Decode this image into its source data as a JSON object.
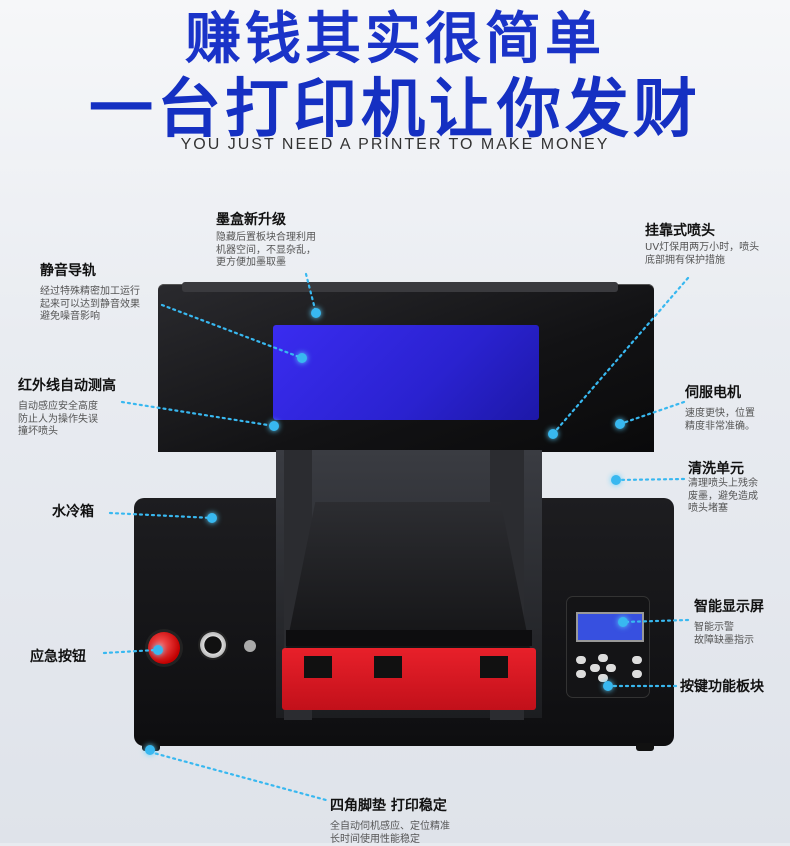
{
  "headline": {
    "line1": "赚钱其实很简单",
    "line2": "一台打印机让你发财",
    "subtitle": "YOU JUST NEED A PRINTER TO MAKE MONEY"
  },
  "features": {
    "ink_box": {
      "title": "墨盒新升级",
      "desc": [
        "隐藏后置板块合理利用",
        "机器空间，不显杂乱，",
        "更方便加墨取墨"
      ]
    },
    "print_head": {
      "title": "挂靠式喷头",
      "desc": [
        "UV灯保用两万小时，喷头",
        "底部拥有保护措施"
      ]
    },
    "silent_rail": {
      "title": "静音导轨",
      "desc": [
        "经过特殊精密加工运行",
        "起来可以达到静音效果",
        "避免噪音影响"
      ]
    },
    "infrared": {
      "title": "红外线自动测高",
      "desc": [
        "自动感应安全高度",
        "防止人为操作失误",
        "撞坏喷头"
      ]
    },
    "servo_motor": {
      "title": "伺服电机",
      "desc": [
        "速度更快，位置",
        "精度非常准确。"
      ]
    },
    "cleaning_unit": {
      "title": "清洗单元",
      "desc": [
        "清理喷头上残余",
        "废墨，避免造成",
        "喷头堵塞"
      ]
    },
    "water_tank": {
      "title": "水冷箱"
    },
    "display": {
      "title": "智能显示屏",
      "desc": [
        "智能示警",
        "故障缺墨指示"
      ]
    },
    "emergency": {
      "title": "应急按钮"
    },
    "keypad": {
      "title": "按键功能板块"
    },
    "feet": {
      "title": "四角脚垫 打印稳定",
      "desc": [
        "全自动伺机感应、定位精准",
        "长时间使用性能稳定"
      ]
    }
  },
  "colors": {
    "headline": "#1a33c8",
    "accent_dot": "#38b8f0",
    "screen": "#2a22d0",
    "base_red": "#d81822"
  }
}
